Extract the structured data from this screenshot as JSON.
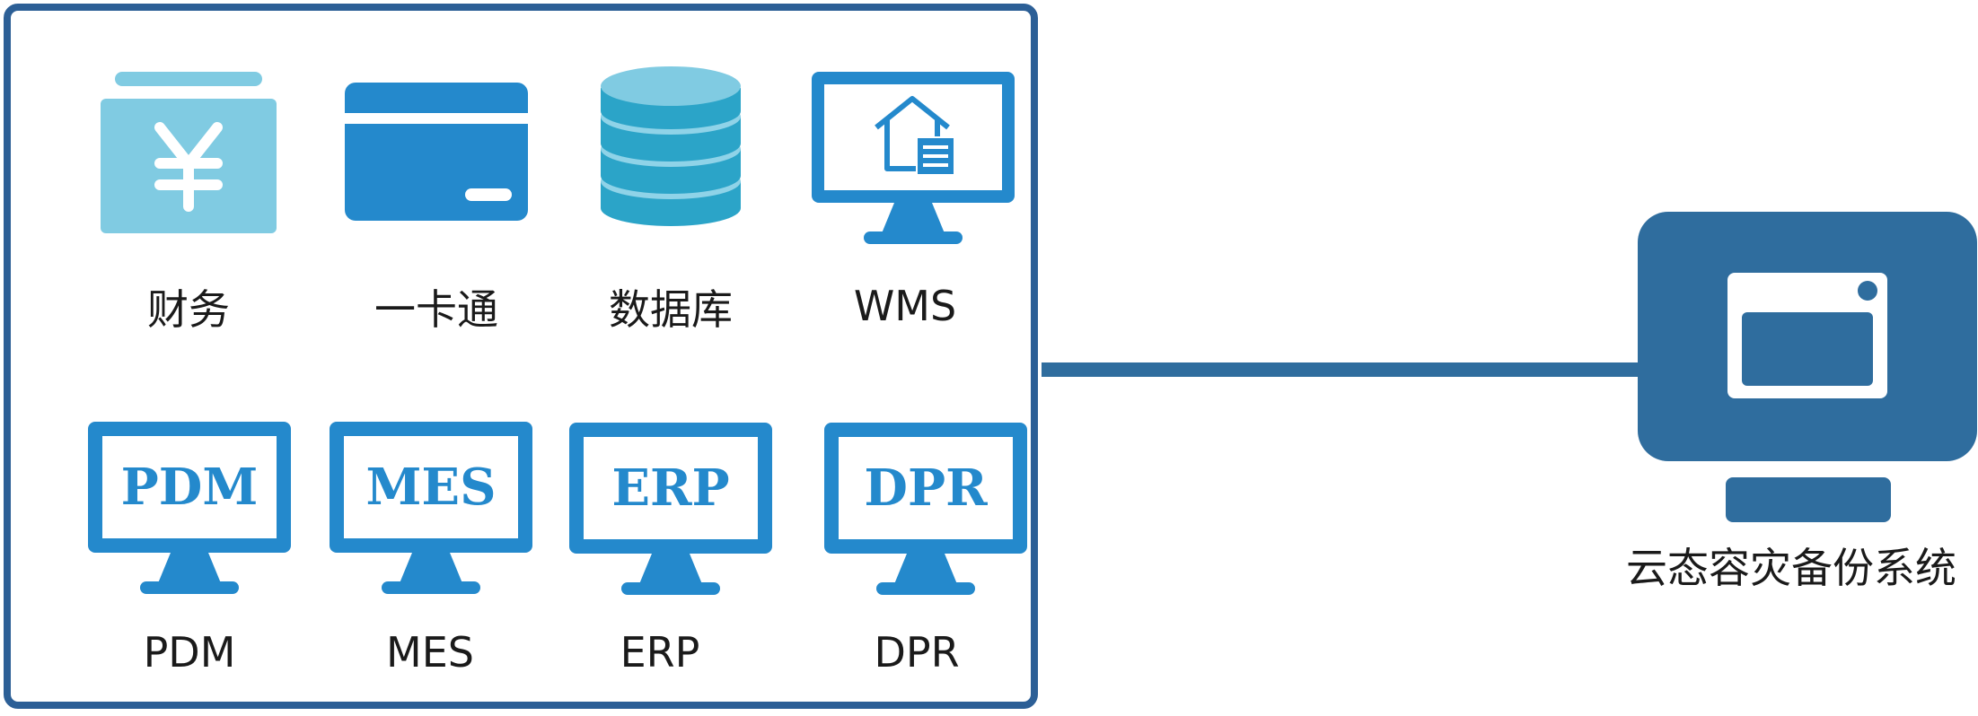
{
  "systems_panel": {
    "items": [
      {
        "label": "财务",
        "icon": "yuan-wallet-icon"
      },
      {
        "label": "一卡通",
        "icon": "card-icon"
      },
      {
        "label": "数据库",
        "icon": "database-icon"
      },
      {
        "label": "WMS",
        "icon": "warehouse-monitor-icon"
      },
      {
        "label": "PDM",
        "icon": "monitor-icon",
        "screen_text": "PDM"
      },
      {
        "label": "MES",
        "icon": "monitor-icon",
        "screen_text": "MES"
      },
      {
        "label": "ERP",
        "icon": "monitor-icon",
        "screen_text": "ERP"
      },
      {
        "label": "DPR",
        "icon": "monitor-icon",
        "screen_text": "DPR"
      }
    ]
  },
  "backup_system": {
    "label": "云态容灾备份系统",
    "icon": "backup-computer-icon"
  },
  "colors": {
    "panel_border": "#2c5f96",
    "icon_blue": "#2489cc",
    "icon_light": "#80cbe2",
    "backup_blue": "#2f6d9e"
  }
}
